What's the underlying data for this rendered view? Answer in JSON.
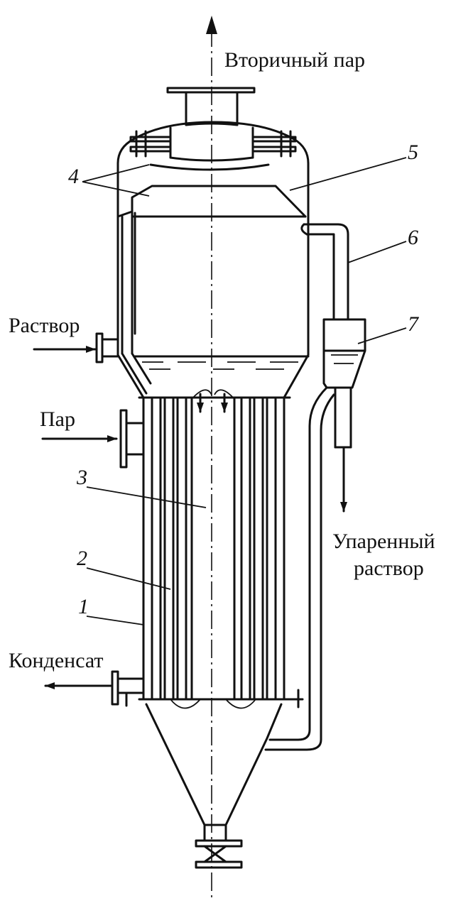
{
  "labels": {
    "secondary_steam": "Вторичный пар",
    "solution_in": "Раствор",
    "steam_in": "Пар",
    "condensate_out": "Конденсат",
    "evaporated_solution_line1": "Упаренный",
    "evaporated_solution_line2": "раствор"
  },
  "callouts": {
    "n1": "1",
    "n2": "2",
    "n3": "3",
    "n4": "4",
    "n5": "5",
    "n6": "6",
    "n7": "7"
  },
  "colors": {
    "ink": "#111111",
    "paper": "#ffffff"
  }
}
